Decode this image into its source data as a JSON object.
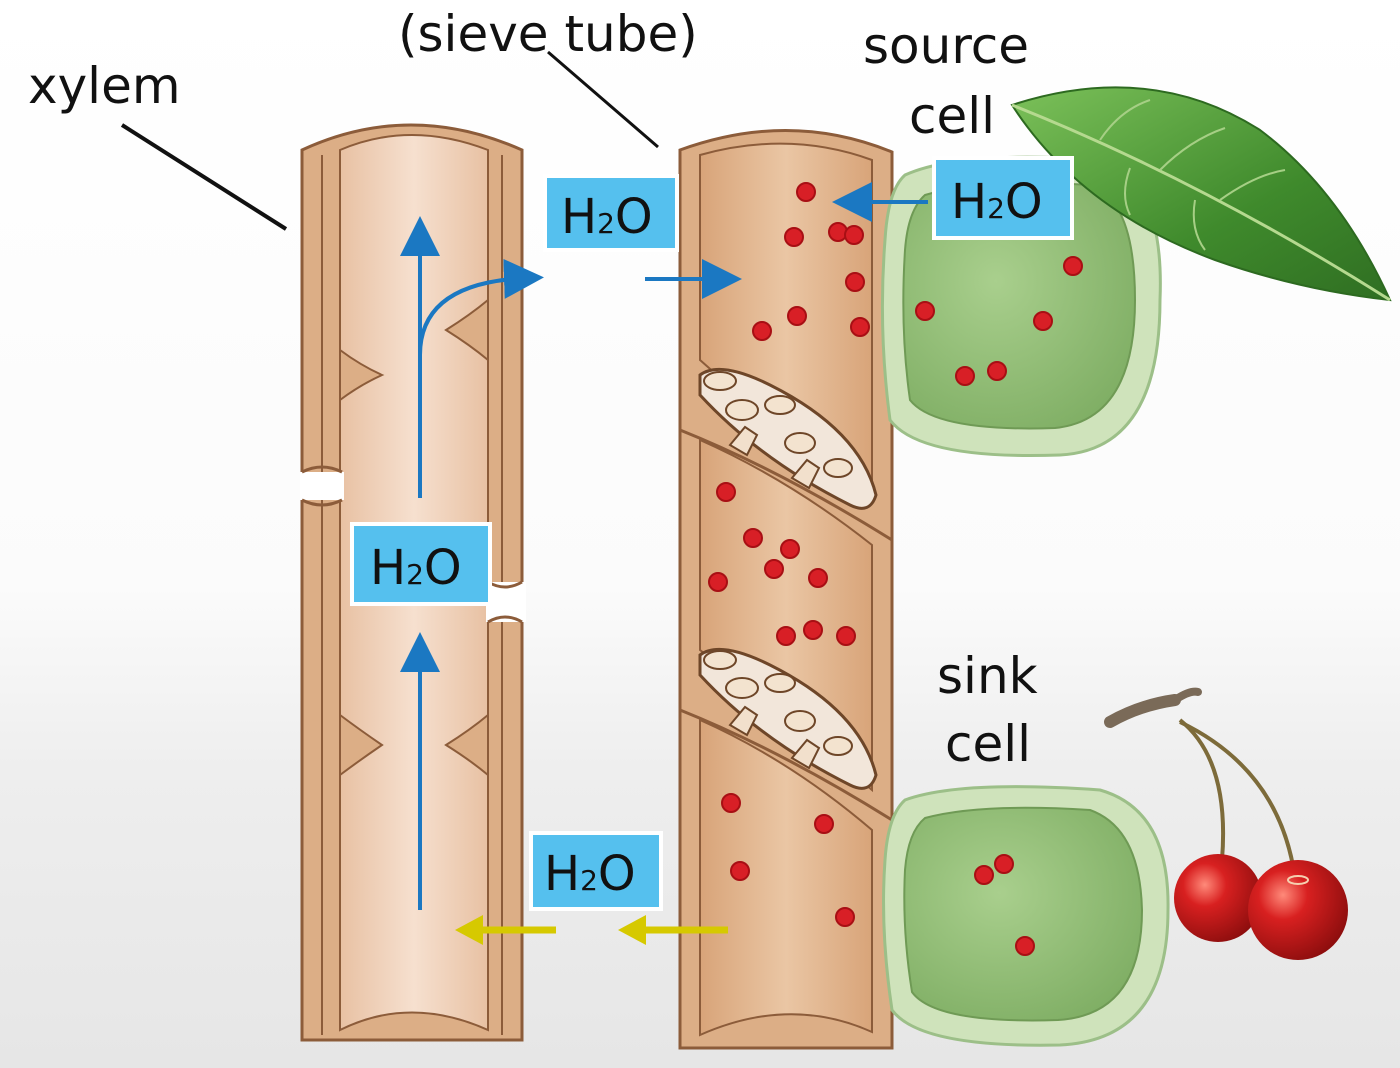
{
  "labels": {
    "xylem": "xylem",
    "sieve_tube": "(sieve tube)",
    "source_line1": "source",
    "source_line2": "cell",
    "sink_line1": "sink",
    "sink_line2": "cell"
  },
  "water": {
    "h": "H",
    "sub": "2",
    "o": "O"
  },
  "colors": {
    "tube_wall": "#dcae86",
    "tube_wall_edge": "#8c5c3a",
    "tube_lumen": "#f2d6c0",
    "sieve_lumen": "#e0b48c",
    "cell_outer": "#cfe3bb",
    "cell_inner": "#8fbb73",
    "sugar": "#d81f26",
    "water_box": "#55c0ee",
    "water_arrow": "#1b78c2",
    "flow_arrow": "#d6c900",
    "cherry": "#c81e1e",
    "leaf": "#4e9a38"
  },
  "icons": {
    "leaf": "leaf-illustration",
    "cherries": "cherries-illustration"
  }
}
